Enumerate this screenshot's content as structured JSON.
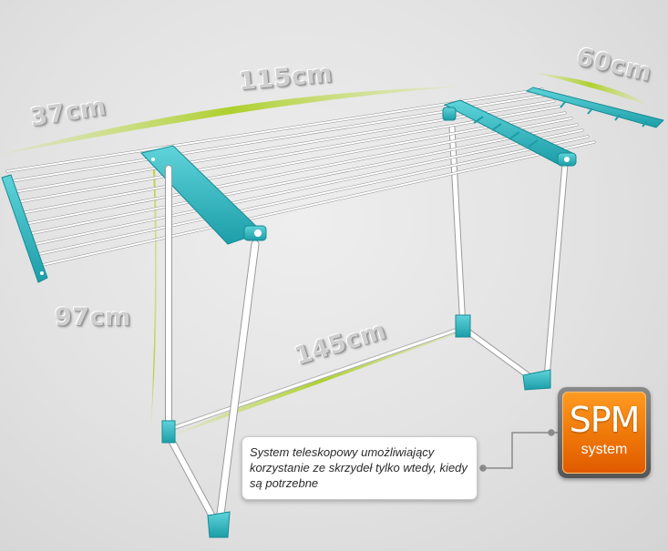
{
  "dimensions": {
    "wing_width": "37cm",
    "center_width": "115cm",
    "depth": "60cm",
    "height": "97cm",
    "total_length": "145cm"
  },
  "callout": {
    "text": "System teleskopowy umożliwiający korzystanie ze skrzydeł tylko wtedy, kiedy są potrzebne"
  },
  "badge": {
    "title": "SPM",
    "subtitle": "system"
  },
  "colors": {
    "frame_accent": "#2bb7c0",
    "frame_tube": "#ffffff",
    "dimension_swoosh": "#b7d63c",
    "badge_orange": "#f07a0a",
    "badge_frame": "#6f6f6f"
  }
}
